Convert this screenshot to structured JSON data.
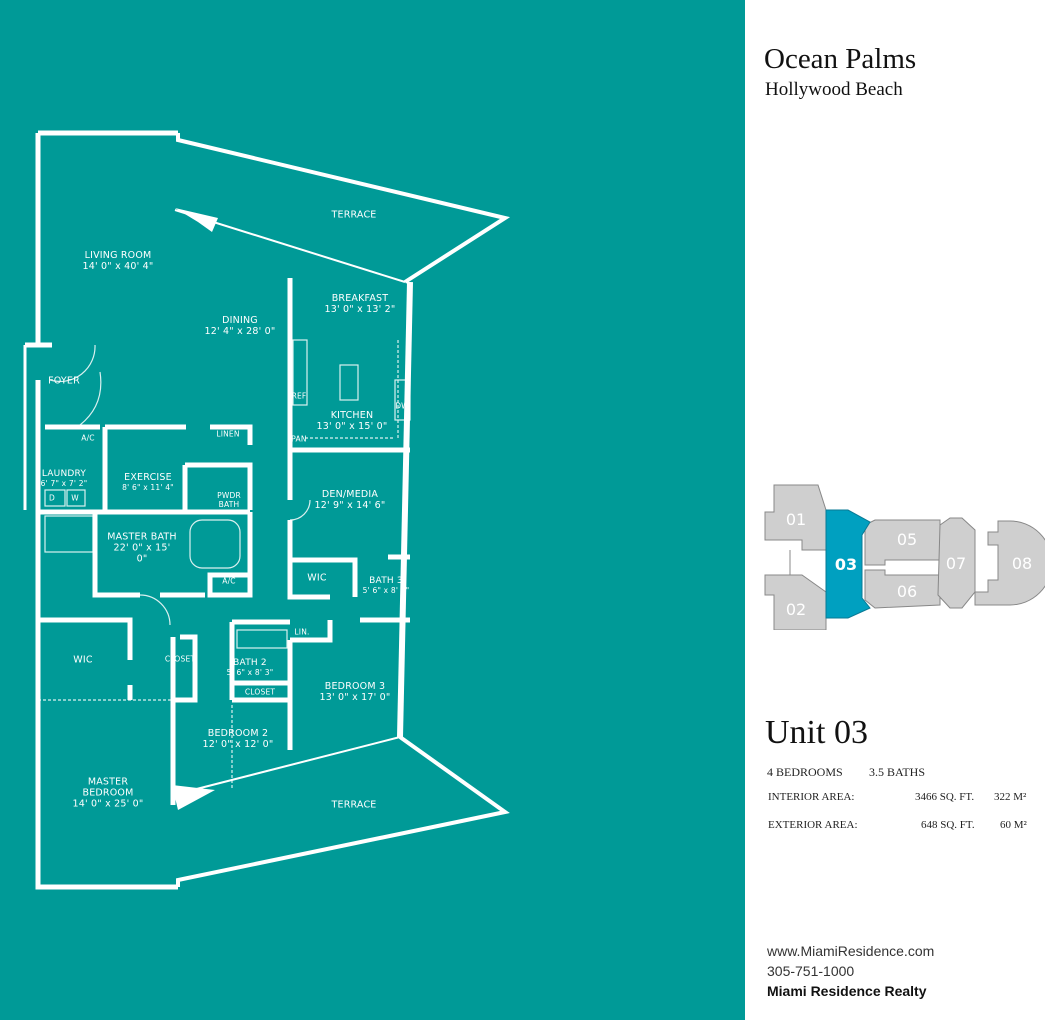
{
  "header": {
    "title": "Ocean Palms",
    "subtitle": "Hollywood Beach"
  },
  "floor_plan": {
    "rooms": [
      {
        "id": "terrace-top",
        "name": "TERRACE",
        "dim": ""
      },
      {
        "id": "living-room",
        "name": "LIVING ROOM",
        "dim": "14' 0\" x 40' 4\""
      },
      {
        "id": "dining",
        "name": "DINING",
        "dim": "12' 4\" x 28' 0\""
      },
      {
        "id": "breakfast",
        "name": "BREAKFAST",
        "dim": "13' 0\" x 13' 2\""
      },
      {
        "id": "ref",
        "name": "REF",
        "dim": ""
      },
      {
        "id": "dw",
        "name": "DW",
        "dim": ""
      },
      {
        "id": "kitchen",
        "name": "KITCHEN",
        "dim": "13' 0\" x 15' 0\""
      },
      {
        "id": "pan",
        "name": "PAN",
        "dim": ""
      },
      {
        "id": "foyer",
        "name": "FOYER",
        "dim": ""
      },
      {
        "id": "ac-1",
        "name": "A/C",
        "dim": ""
      },
      {
        "id": "linen",
        "name": "LINEN",
        "dim": ""
      },
      {
        "id": "laundry",
        "name": "LAUNDRY",
        "dim": "6' 7\" x 7' 2\""
      },
      {
        "id": "dryer",
        "name": "D",
        "dim": ""
      },
      {
        "id": "washer",
        "name": "W",
        "dim": ""
      },
      {
        "id": "exercise",
        "name": "EXERCISE",
        "dim": "8' 6\" x 11' 4\""
      },
      {
        "id": "powder-bath",
        "name": "PWDR",
        "dim": "BATH"
      },
      {
        "id": "den-media",
        "name": "DEN/MEDIA",
        "dim": "12' 9\" x 14' 6\""
      },
      {
        "id": "master-bath",
        "name": "MASTER BATH",
        "dim": "22' 0\" x 15' 0\""
      },
      {
        "id": "ac-2",
        "name": "A/C",
        "dim": ""
      },
      {
        "id": "wic-den",
        "name": "WIC",
        "dim": ""
      },
      {
        "id": "bath-3",
        "name": "BATH 3",
        "dim": "5' 6\" x 8' 3\""
      },
      {
        "id": "lin",
        "name": "LIN.",
        "dim": ""
      },
      {
        "id": "wic-master",
        "name": "WIC",
        "dim": ""
      },
      {
        "id": "closet-1",
        "name": "CLOSET",
        "dim": ""
      },
      {
        "id": "bath-2",
        "name": "BATH 2",
        "dim": "5' 6\" x 8' 3\""
      },
      {
        "id": "closet-2",
        "name": "CLOSET",
        "dim": ""
      },
      {
        "id": "bedroom-3",
        "name": "BEDROOM 3",
        "dim": "13' 0\" x 17' 0\""
      },
      {
        "id": "bedroom-2",
        "name": "BEDROOM 2",
        "dim": "12' 0\" x 12' 0\""
      },
      {
        "id": "master-bedroom",
        "name": "MASTER BEDROOM",
        "dim": "14' 0\" x 25' 0\""
      },
      {
        "id": "terrace-bottom",
        "name": "TERRACE",
        "dim": ""
      }
    ]
  },
  "key_plate": {
    "units": [
      "01",
      "02",
      "03",
      "05",
      "06",
      "07",
      "08"
    ],
    "selected": "03",
    "selected_color": "#00a0c0",
    "other_color": "#cfcfcf"
  },
  "unit": {
    "title": "Unit 03",
    "bedrooms": "4 BEDROOMS",
    "baths": "3.5 BATHS",
    "interior_label": "INTERIOR AREA:",
    "interior_sqft": "3466 SQ. FT.",
    "interior_m2": "322 M²",
    "exterior_label": "EXTERIOR AREA:",
    "exterior_sqft": "648 SQ. FT.",
    "exterior_m2": "60 M²"
  },
  "footer": {
    "website": "www.MiamiResidence.com",
    "phone": "305-751-1000",
    "company": "Miami Residence Realty"
  },
  "colors": {
    "panel": "#009a97",
    "walls": "#ffffff"
  }
}
